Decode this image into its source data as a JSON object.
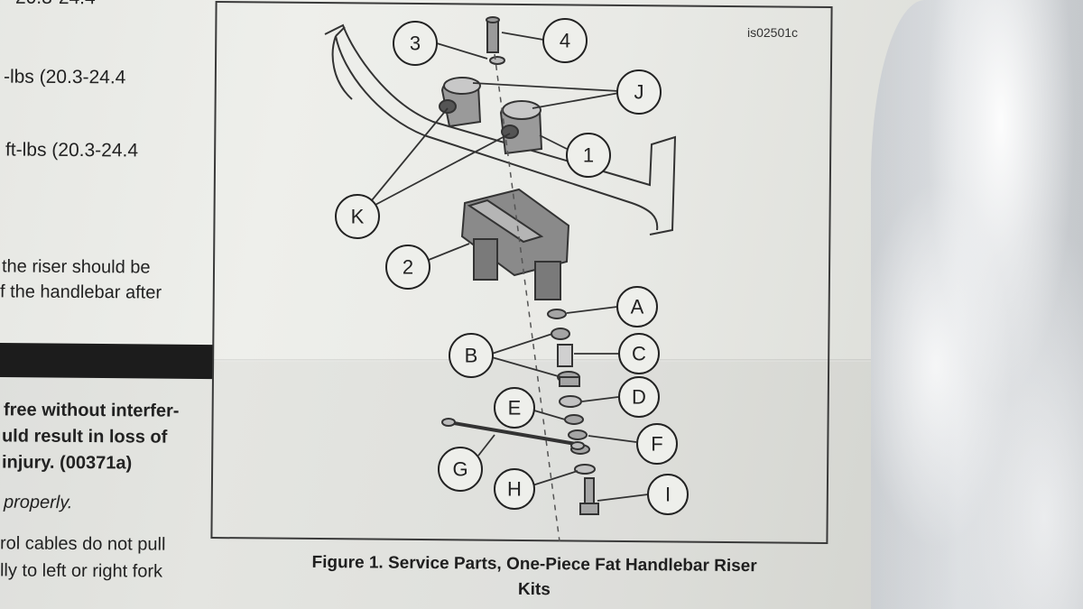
{
  "left_column": {
    "torque_lines": [
      "-20.3-24.4",
      "-lbs  (20.3-24.4",
      "ft-lbs  (20.3-24.4"
    ],
    "body_lines": [
      "the  riser  should  be",
      "f the handlebar after"
    ],
    "warning_lines": [
      "free without interfer-",
      "uld  result  in  loss  of",
      "injury. (00371a)"
    ],
    "italic_line": "properly.",
    "tail_lines": [
      "rol cables do not pull",
      "lly to left or right fork"
    ]
  },
  "figure": {
    "id": "is02501c",
    "callouts": [
      "1",
      "2",
      "3",
      "4",
      "J",
      "K",
      "A",
      "B",
      "C",
      "D",
      "E",
      "F",
      "G",
      "H",
      "I"
    ],
    "caption_line1": "Figure 1. Service Parts, One-Piece Fat Handlebar Riser",
    "caption_line2": "Kits"
  },
  "colors": {
    "paper": "#e9eae6",
    "ink": "#222222",
    "bag": "#dfe1e3"
  }
}
